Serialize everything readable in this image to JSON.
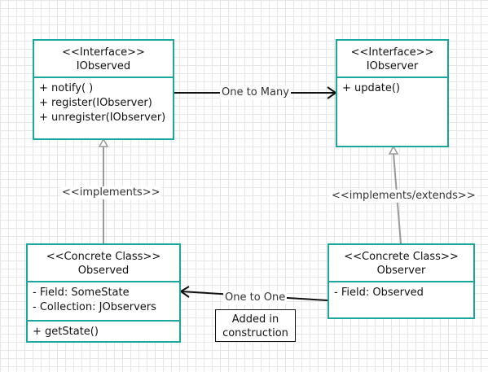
{
  "iobserved": {
    "stereotype": "<<Interface>>",
    "name": "IObserved",
    "methods": [
      "+ notify( )",
      "+ register(IObserver)",
      "+ unregister(IObserver)"
    ]
  },
  "iobserver": {
    "stereotype": "<<Interface>>",
    "name": "IObserver",
    "methods": [
      "+ update()"
    ]
  },
  "observed": {
    "stereotype": "<<Concrete Class>>",
    "name": "Observed",
    "fields": [
      "- Field: SomeState",
      "- Collection: JObservers"
    ],
    "methods": [
      "+  getState()"
    ]
  },
  "observer": {
    "stereotype": "<<Concrete Class>>",
    "name": "Observer",
    "fields": [
      "-  Field: Observed"
    ]
  },
  "edges": {
    "one_to_many": "One to Many",
    "implements": "<<implements>>",
    "implements_extends": "<<implements/extends>>",
    "one_to_one": "One to One"
  },
  "note": {
    "line1": "Added in",
    "line2": "construction"
  },
  "colors": {
    "class_border": "#1aa89c",
    "grid": "#e6e6e6",
    "inheritance_line": "#9a9a9a"
  }
}
